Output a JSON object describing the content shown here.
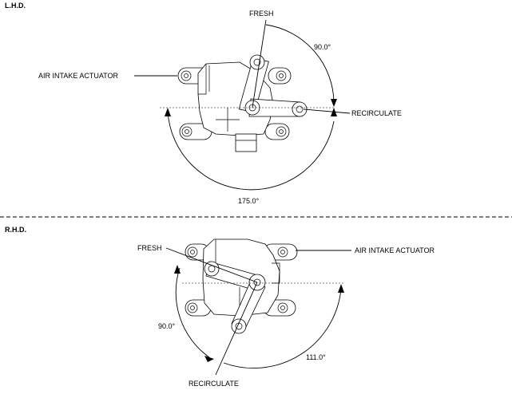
{
  "lhd": {
    "title": "L.H.D.",
    "label_fresh": "FRESH",
    "label_actuator": "AIR INTAKE ACTUATOR",
    "label_recirculate": "RECIRCULATE",
    "angle_upper": "90.0°",
    "angle_lower": "175.0°"
  },
  "rhd": {
    "title": "R.H.D.",
    "label_fresh": "FRESH",
    "label_actuator": "AIR INTAKE ACTUATOR",
    "label_recirculate": "RECIRCULATE",
    "angle_left": "90.0°",
    "angle_right": "111.0°"
  }
}
